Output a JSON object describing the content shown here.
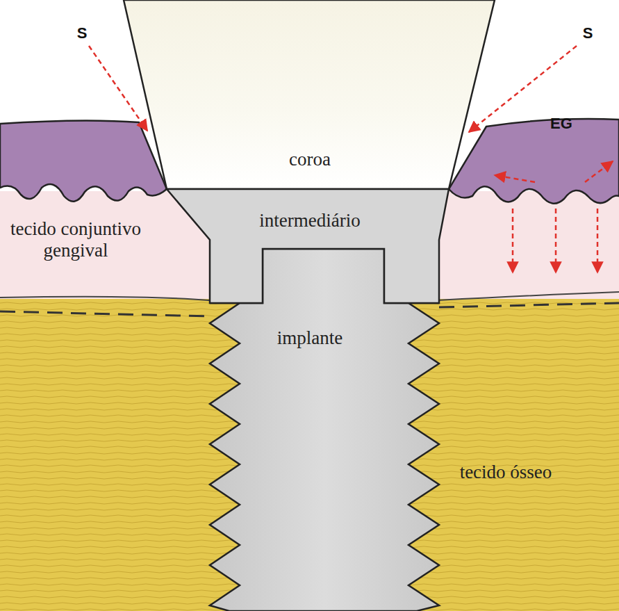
{
  "diagram": {
    "labels": [
      "S",
      "S",
      "coroa",
      "EG",
      "tecido conjuntivo gengival",
      "intermediário",
      "implante",
      "tecido ósseo"
    ]
  }
}
